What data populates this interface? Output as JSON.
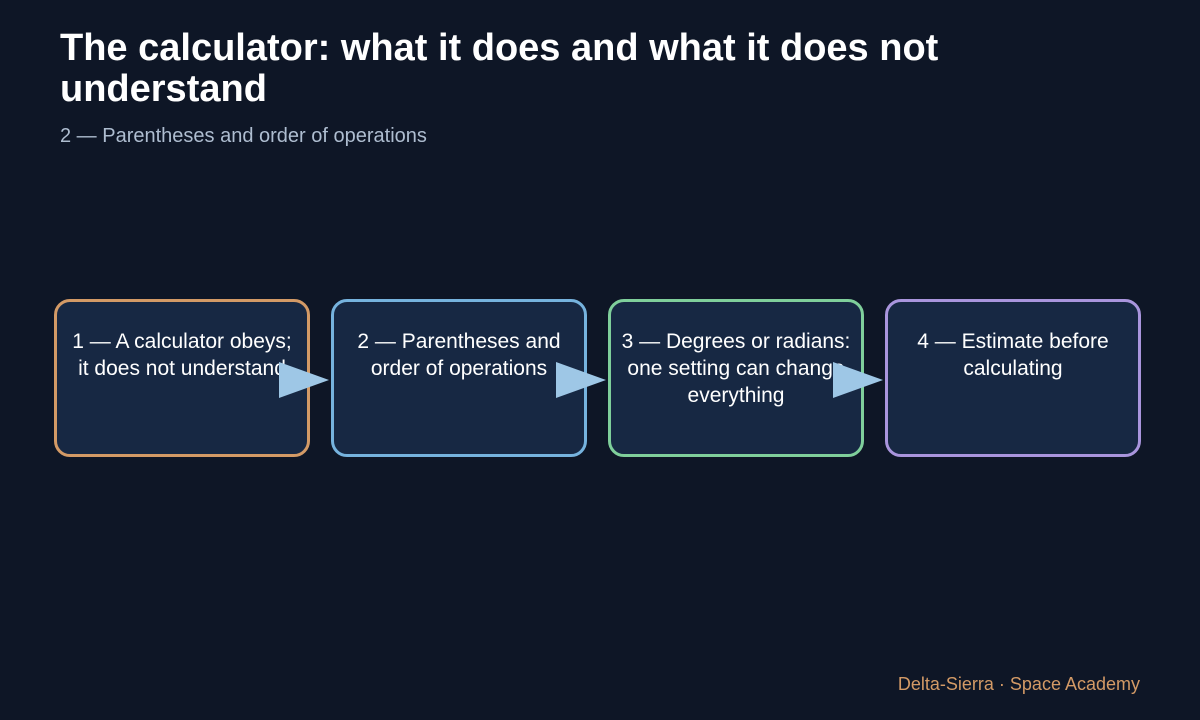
{
  "header": {
    "title": "The calculator: what it does and what it does not understand",
    "subtitle": "2 — Parentheses and order of operations"
  },
  "steps": [
    {
      "label": "1 — A calculator obeys; it does not understand",
      "border_color": "#d39a66"
    },
    {
      "label": "2 — Parentheses and order of operations",
      "border_color": "#76b3de"
    },
    {
      "label": "3 — Degrees or radians: one setting can change everything",
      "border_color": "#7fcf9b"
    },
    {
      "label": "4 — Estimate before calculating",
      "border_color": "#a995dd"
    }
  ],
  "arrow_color": "#9ec7e6",
  "footer": {
    "credit": "Delta-Sierra · Space Academy"
  }
}
